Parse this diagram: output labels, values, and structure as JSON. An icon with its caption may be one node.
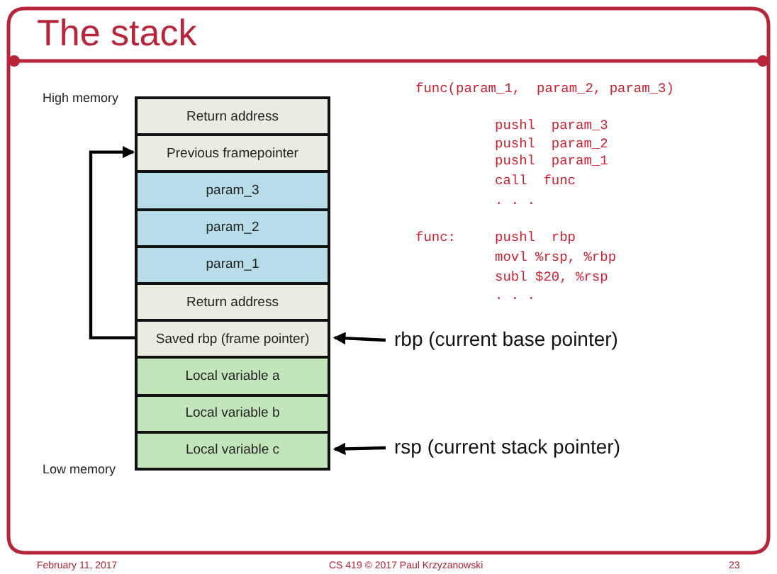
{
  "diagram": {
    "title": "The stack",
    "nodes": [
      {
        "text": [
          "Return address"
        ]
      },
      {
        "text": [
          "Previous framepointer"
        ]
      },
      {
        "text": [
          "param_3"
        ]
      },
      {
        "text": [
          "param_2"
        ]
      },
      {
        "text": [
          "param_1"
        ]
      },
      {
        "text": [
          "Return address"
        ]
      },
      {
        "text": [
          "Saved rbp (frame pointer)"
        ]
      },
      {
        "text": [
          "Local variable a"
        ]
      },
      {
        "text": [
          "Local variable b"
        ]
      },
      {
        "text": [
          "Local variable c"
        ]
      },
      {
        "text": [
          "rbp (current base pointer)"
        ]
      },
      {
        "text": [
          "rsp (current stack pointer)"
        ]
      }
    ],
    "edges": [
      {
        "from": 6,
        "to": 1,
        "arrow": "to"
      },
      {
        "from": 10,
        "to": 6,
        "arrow": "to"
      },
      {
        "from": 11,
        "to": 9,
        "arrow": "to"
      }
    ],
    "labels": [
      "High memory",
      "Low memory",
      "func(param_1,  param_2, param_3)",
      "pushl  param_3",
      "pushl  param_2",
      "pushl  param_1",
      "call  func",
      ". . .",
      "func:",
      "pushl  rbp",
      "movl %rsp, %rbp",
      "subl $20, %rsp",
      ". . .",
      "February 11, 2017",
      "CS 419 © 2017 Paul Krzyzanowski",
      "23"
    ]
  }
}
